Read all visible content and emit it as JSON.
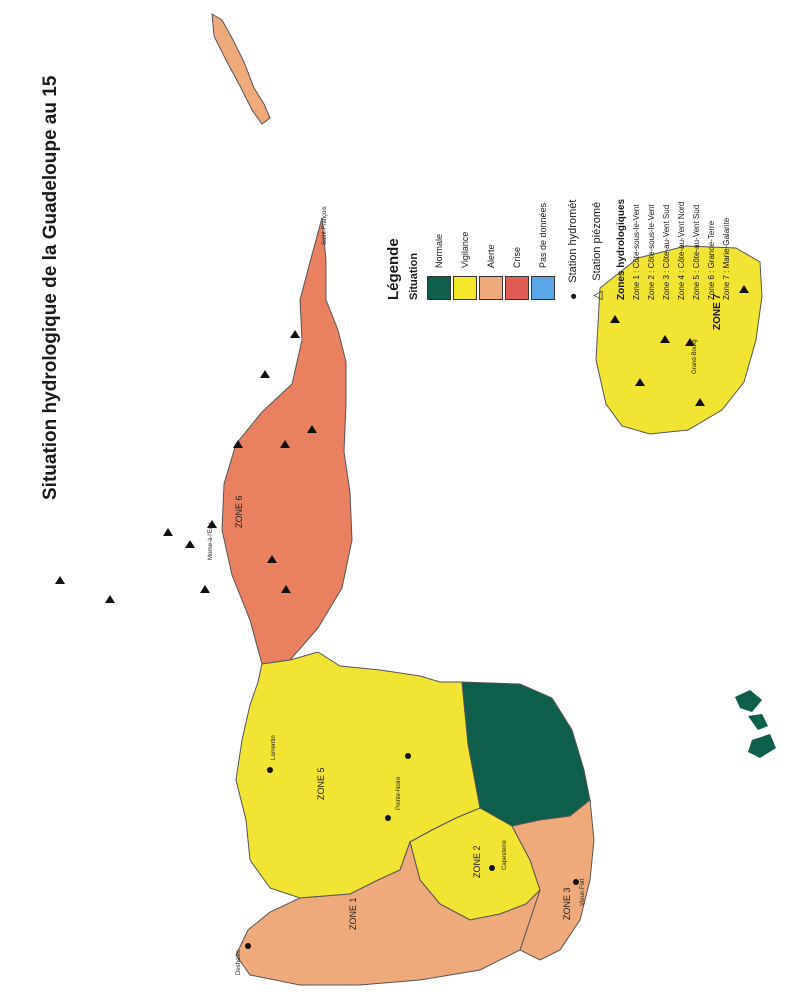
{
  "title": "Situation hydrologique de la Guadeloupe au 15",
  "legend": {
    "title": "Légende",
    "situation_label": "Situation",
    "categories": [
      {
        "label": "Normale",
        "color": "#0d5e4a"
      },
      {
        "label": "Vigilance",
        "color": "#f2e829"
      },
      {
        "label": "Alerte",
        "color": "#eeaa7a"
      },
      {
        "label": "Crise",
        "color": "#e05c55"
      },
      {
        "label": "Pas de données",
        "color": "#5aa6e6"
      }
    ],
    "station_hydro": "Station hydromét",
    "station_piezo": "Station piézomé",
    "zones_title": "Zones hydrologiques",
    "zones": [
      "Zone 1 : Côte-sous-le-Vent",
      "Zone 2 : Côte-sous-le-Vent",
      "Zone 3 : Côte-au-Vent Sud",
      "Zone 4 : Côte-au-Vent Nord",
      "Zone 5 : Côte-au-Vent Sud",
      "Zone 6 : Grande-Terre",
      "Zone 7 : Marie-Galante"
    ]
  },
  "zones": {
    "z1": "ZONE 1",
    "z2": "ZONE 2",
    "z3": "ZONE 3",
    "z5": "ZONE 5",
    "z6": "ZONE 6",
    "z7": "ZONE 7"
  },
  "stations": {
    "s1": "Capesterre",
    "s2": "Grand-Bourg",
    "s3": "Vieux-Fort",
    "s4": "Deshaies",
    "s5": "Pointe-Noire",
    "s6": "Lamentin",
    "s7": "Saint-François",
    "s8": "Morne-à-l'Eau"
  }
}
